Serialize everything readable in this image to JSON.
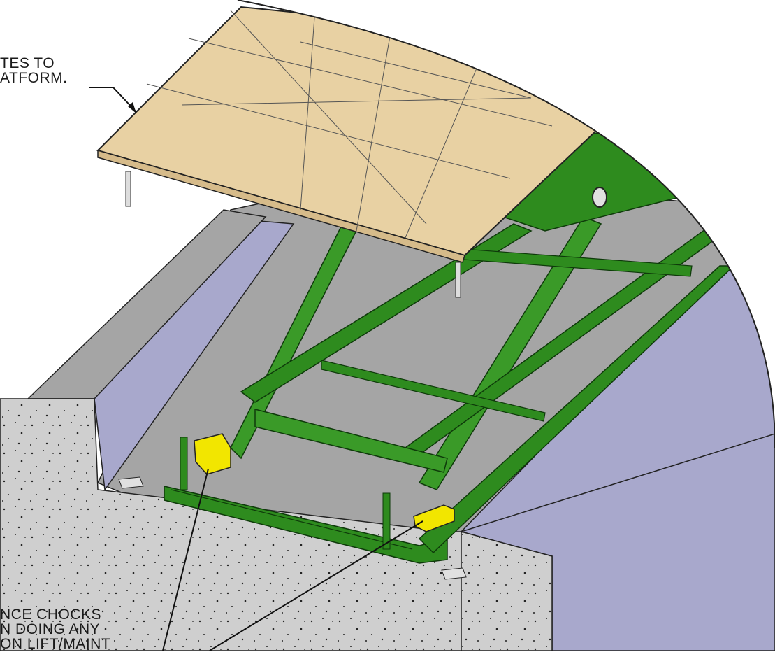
{
  "callouts": {
    "platform_note": {
      "lines": [
        "TES TO",
        "ATFORM."
      ]
    },
    "chocks_note": {
      "lines": [
        "NCE CHOCKS",
        "N DOING ANY",
        "ON LIFT/MAINT"
      ]
    }
  },
  "colors": {
    "platform_deck": "#e8d1a3",
    "scissor_frame": "#2e8b1e",
    "maintenance_chock": "#f2e600",
    "pit_floor": "#a5a5a5",
    "pit_wall": "#a8a8cc",
    "concrete": "#cfcfcf"
  }
}
